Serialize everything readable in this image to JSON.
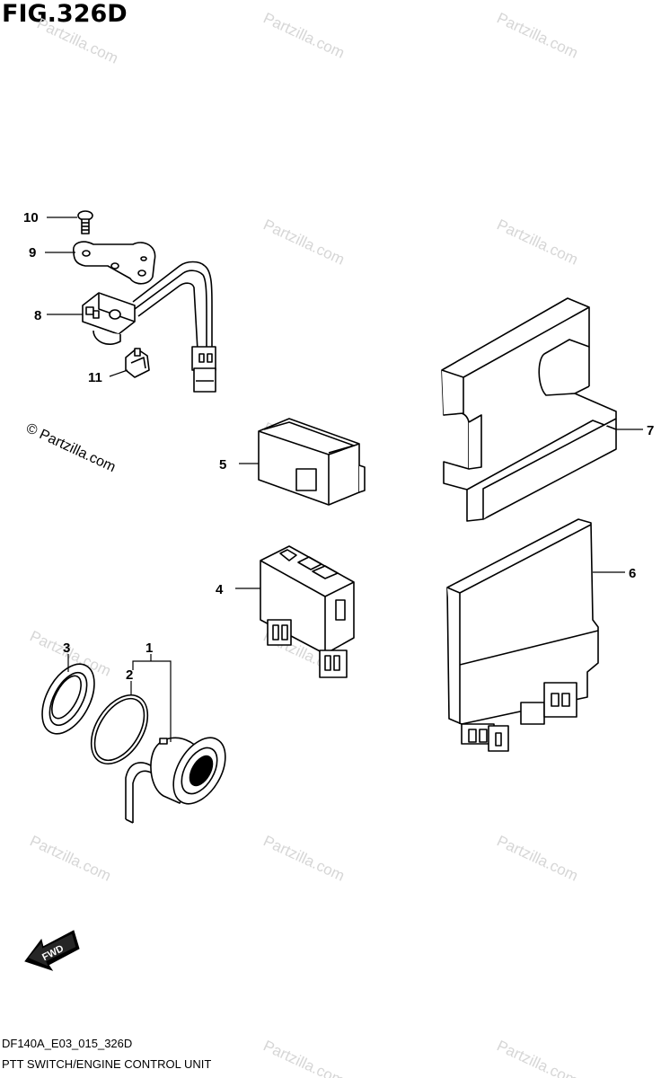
{
  "figure": {
    "title": "FIG.326D",
    "code": "DF140A_E03_015_326D",
    "description": "PTT SWITCH/ENGINE CONTROL UNIT"
  },
  "callouts": [
    "1",
    "2",
    "3",
    "4",
    "5",
    "6",
    "7",
    "8",
    "9",
    "10",
    "11"
  ],
  "watermark": {
    "text": "Partzilla.com",
    "big_text": "© Partzilla.com",
    "color": "#d6d6d6"
  },
  "fwd_arrow": {
    "label": "FWD",
    "icon": "fwd-arrow-icon"
  }
}
